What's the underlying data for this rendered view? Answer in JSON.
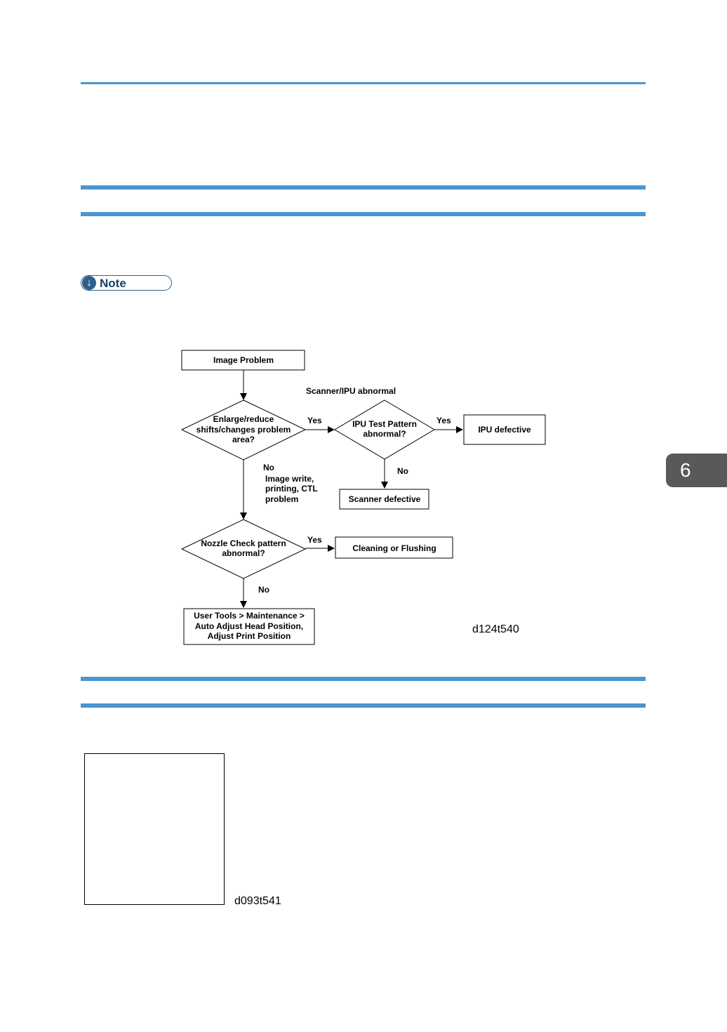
{
  "note": {
    "label": "Note",
    "icon": "down-arrow-circle-icon"
  },
  "chapter_tab": "6",
  "flowchart": {
    "nodes": {
      "image_problem": [
        "Image Problem"
      ],
      "enlarge_decision": [
        "Enlarge/reduce",
        "shifts/changes problem",
        "area?"
      ],
      "ipu_decision": [
        "IPU Test Pattern",
        "abnormal?"
      ],
      "ipu_defective": [
        "IPU defective"
      ],
      "scanner_defective": [
        "Scanner defective"
      ],
      "nozzle_decision": [
        "Nozzle Check pattern",
        "abnormal?"
      ],
      "cleaning": [
        "Cleaning or Flushing"
      ],
      "user_tools": [
        "User Tools > Maintenance >",
        "Auto Adjust Head Position,",
        "Adjust Print Position"
      ]
    },
    "edge_labels": {
      "scanner_ipu": "Scanner/IPU abnormal",
      "yes_1": "Yes",
      "yes_2": "Yes",
      "no_ipu": "No",
      "no_enlarge": "No",
      "image_write": [
        "Image write,",
        "printing, CTL",
        "problem"
      ],
      "yes_nozzle": "Yes",
      "no_nozzle": "No"
    },
    "figure_id": "d124t540"
  },
  "figure2_id": "d093t541"
}
